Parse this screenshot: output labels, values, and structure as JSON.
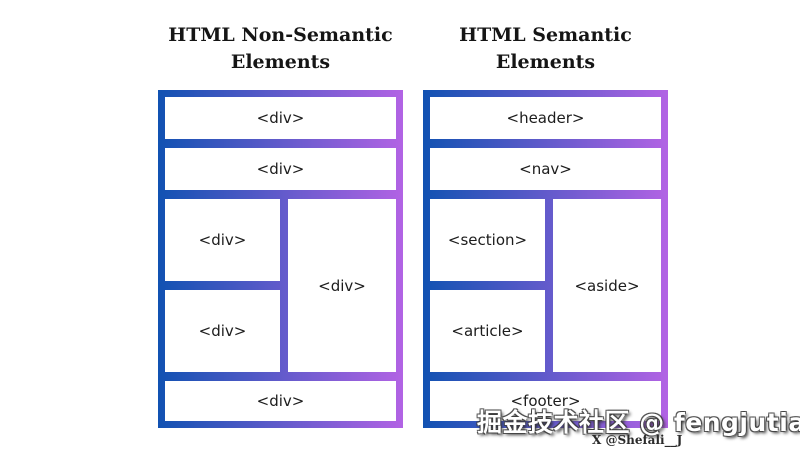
{
  "colors": {
    "gradient_start": "#1152b2",
    "gradient_end": "#b263e4",
    "box_fill": "#ffffff",
    "title_text": "#151515",
    "tag_text": "#1c1c1c",
    "credit_text": "#2b2b2b"
  },
  "left_panel": {
    "title_line1": "HTML Non-Semantic",
    "title_line2": "Elements",
    "top_rows": [
      "<div>",
      "<div>"
    ],
    "middle": {
      "left_column": [
        "<div>",
        "<div>"
      ],
      "right_column": "<div>"
    },
    "bottom_row": "<div>"
  },
  "right_panel": {
    "title_line1": "HTML Semantic",
    "title_line2": "Elements",
    "top_rows": [
      "<header>",
      "<nav>"
    ],
    "middle": {
      "left_column": [
        "<section>",
        "<article>"
      ],
      "right_column": "<aside>"
    },
    "bottom_row": "<footer>"
  },
  "watermark": {
    "main": "掘金技术社区 @ fengjutian",
    "credit": "X @Shefali__J"
  }
}
